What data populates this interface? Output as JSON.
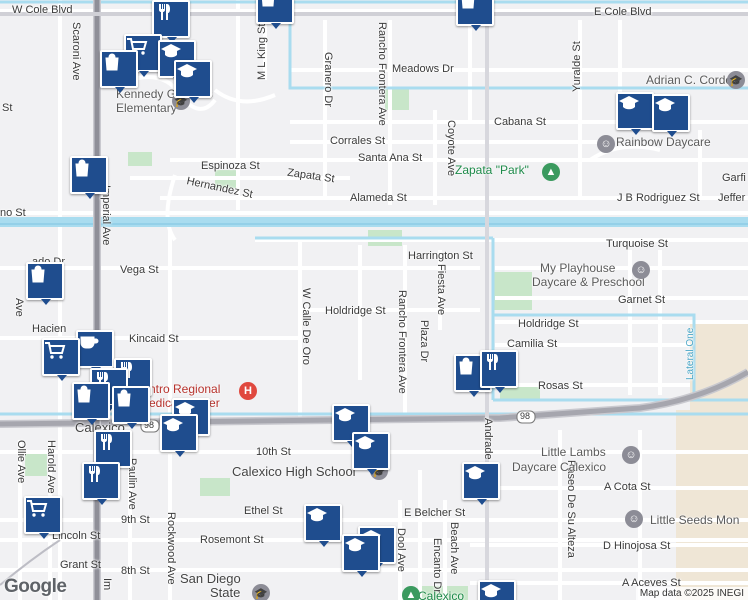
{
  "map": {
    "streets": {
      "w_cole": "W Cole Blvd",
      "e_cole": "E Cole Blvd",
      "meadows": "Meadows Dr",
      "cabana": "Cabana St",
      "corrales": "Corrales St",
      "santa_ana": "Santa Ana St",
      "espinoza": "Espinoza St",
      "zapata": "Zapata St",
      "hernandez": "Hernandez St",
      "alameda": "Alameda St",
      "jb_rodriguez": "J B Rodriguez St",
      "jeffer": "Jeffer",
      "garfi": "Garfi",
      "no_st": "no St",
      "st_left": "St",
      "harrington": "Harrington St",
      "turquoise": "Turquoise St",
      "garnet": "Garnet St",
      "vega": "Vega St",
      "ado_dr": "ado Dr",
      "holdridge_w": "Holdridge St",
      "holdridge_e": "Holdridge St",
      "kincaid": "Kincaid St",
      "camilia": "Camilia St",
      "rosas": "Rosas St",
      "tenth": "10th St",
      "ninth": "9th St",
      "eighth": "8th St",
      "ethel": "Ethel St",
      "rosemont": "Rosemont St",
      "lincoln": "Lincoln St",
      "grant": "Grant St",
      "e_belcher": "E Belcher St",
      "a_cota": "A Cota St",
      "d_hinojosa": "D Hinojosa St",
      "a_aceves": "A Aceves St",
      "scaroni": "Scaroni Ave",
      "imperial": "Imperial Ave",
      "m_l_king": "M L King St",
      "granero": "Granero Dr",
      "rancho_frontera_n": "Rancho Frontera Ave",
      "rancho_frontera_s": "Rancho Frontera Ave",
      "coyote": "Coyote Ave",
      "yuralde": "Yuralde St",
      "w_calle_de_oro": "W Calle De Oro",
      "fiesta": "Fiesta Ave",
      "plaza": "Plaza Dr",
      "andrade": "Andrade",
      "paseo": "Paseo De Su Alteza",
      "rockwood": "Rockwood Ave",
      "paulin": "Paulin Ave",
      "harold": "Harold Ave",
      "ollie": "Ollie Ave",
      "ave_left": "Ave",
      "dool": "Dool Ave",
      "encanto": "Encanto Dr",
      "beach": "Beach Ave",
      "lateral": "Lateral One",
      "hacien": "Hacien",
      "im": "Im",
      "route98a": "98",
      "route98b": "98"
    },
    "places": {
      "kennedy_1": "Kennedy Gardens",
      "kennedy_2": "Elementary",
      "adrian": "Adrian C. Cordov",
      "rainbow": "Rainbow Daycare",
      "zapata_park": "Zapata \"Park\"",
      "playhouse_1": "My Playhouse",
      "playhouse_2": "Daycare & Preschool",
      "regional_1": "ntro Regional",
      "regional_2": "edical Center",
      "calexico": "Calexico",
      "calexico_hs": "Calexico High School",
      "little_lambs_1": "Little Lambs",
      "little_lambs_2": "Daycare Calexico",
      "little_seeds": "Little Seeds Mon",
      "san_diego_1": "San Diego",
      "san_diego_2": "State",
      "calexico_bottom": "Calexico"
    },
    "icons": {
      "pin_bg": "#1f4d8e",
      "canal": "#a9dcef",
      "road_major": "#c6c6cc",
      "road_minor": "#ffffff",
      "park": "#c8e6c9",
      "building": "#e2e2e6"
    },
    "footer": {
      "logo": "Google",
      "attribution": "Map data ©2025 INEGI"
    }
  }
}
